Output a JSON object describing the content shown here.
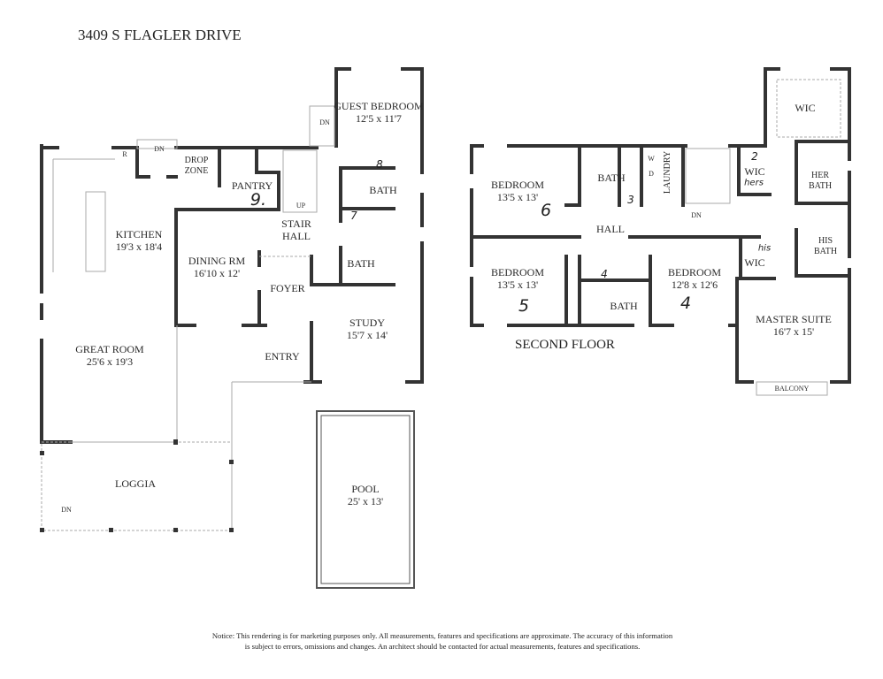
{
  "title": "3409 S FLAGLER DRIVE",
  "first_floor": {
    "rooms": [
      {
        "name": "GUEST BEDROOM",
        "dims": "12'5 x 11'7"
      },
      {
        "name": "DROP ZONE"
      },
      {
        "name": "PANTRY",
        "note": "9."
      },
      {
        "name": "KITCHEN",
        "dims": "19'3 x 18'4"
      },
      {
        "name": "STAIR HALL"
      },
      {
        "name": "BATH",
        "note": "8"
      },
      {
        "name": "BATH",
        "note": "7"
      },
      {
        "name": "DINING RM",
        "dims": "16'10 x 12'"
      },
      {
        "name": "FOYER"
      },
      {
        "name": "STUDY",
        "dims": "15'7 x 14'"
      },
      {
        "name": "ENTRY"
      },
      {
        "name": "GREAT ROOM",
        "dims": "25'6 x 19'3"
      },
      {
        "name": "LOGGIA"
      },
      {
        "name": "POOL",
        "dims": "25' x 13'"
      }
    ],
    "marks": {
      "dn1": "DN",
      "dn2": "DN",
      "dn3": "DN",
      "up": "UP",
      "fridge": "R"
    }
  },
  "second_floor": {
    "title": "SECOND FLOOR",
    "rooms": [
      {
        "name": "BEDROOM",
        "dims": "13'5 x 13'",
        "note": "6"
      },
      {
        "name": "BATH",
        "note": "3"
      },
      {
        "name": "LAUNDRY",
        "w": "W",
        "d": "D"
      },
      {
        "name": "WIC",
        "note": "2",
        "note2": "hers"
      },
      {
        "name": "WIC"
      },
      {
        "name": "HER BATH"
      },
      {
        "name": "HIS BATH"
      },
      {
        "name": "HALL"
      },
      {
        "name": "BEDROOM",
        "dims": "13'5 x 13'",
        "note": "5"
      },
      {
        "name": "BATH",
        "note": "4"
      },
      {
        "name": "BEDROOM",
        "dims": "12'8 x 12'6",
        "note": "4"
      },
      {
        "name": "WIC",
        "note": "his"
      },
      {
        "name": "MASTER SUITE",
        "dims": "16'7 x 15'"
      },
      {
        "name": "BALCONY"
      }
    ],
    "marks": {
      "dn": "DN"
    }
  },
  "notice": {
    "line1": "Notice: This rendering is for marketing purposes only. All measurements, features and specifications are approximate. The accuracy of this information",
    "line2": "is subject to errors, omissions and changes. An architect should be contacted for actual measurements, features and specifications."
  }
}
